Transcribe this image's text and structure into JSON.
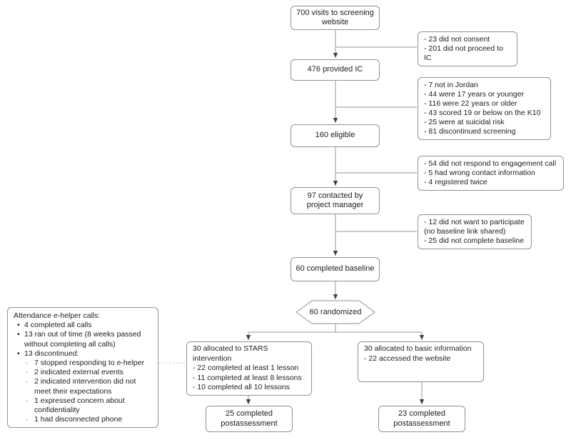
{
  "flow": {
    "nodes": {
      "visits": "700 visits to screening website",
      "ic": "476 provided IC",
      "eligible": "160 eligible",
      "contacted": "97 contacted by project manager",
      "baseline": "60 completed baseline",
      "randomized": "60 randomized"
    },
    "exclusions": {
      "consent": [
        "- 23 did not consent",
        "- 201 did not proceed to IC"
      ],
      "screening": [
        "- 7 not in Jordan",
        "- 44 were 17 years or younger",
        "- 116 were 22 years or older",
        "- 43 scored 19 or below on the K10",
        "- 25 were at suicidal risk",
        "- 81 discontinued screening"
      ],
      "engagement": [
        "- 54 did not respond to engagement call",
        "- 5 had wrong contact information",
        "- 4 registered twice"
      ],
      "baseline": [
        "- 12 did not want to participate (no baseline link shared)",
        "- 25 did not complete baseline"
      ]
    },
    "arms": {
      "intervention": {
        "title": "30 allocated to STARS intervention",
        "details": [
          "- 22 completed at least 1 lesson",
          "- 11 completed at least 8 lessons",
          "- 10 completed all 10 lessons"
        ],
        "outcome": "25 completed postassessment"
      },
      "control": {
        "title": "30 allocated to basic information",
        "details": [
          "- 22 accessed the website"
        ],
        "outcome": "23 completed postassessment"
      }
    },
    "attendance": {
      "title": "Attendance e-helper calls:",
      "bullets": [
        "4 completed all calls",
        "13 ran out of time (8 weeks passed without completing all calls)",
        "13 discontinued:"
      ],
      "sub_bullets": [
        "7 stopped responding to e-helper",
        "2 indicated external events",
        "2 indicated intervention did not meet their expectations",
        "1 expressed concern about confidentiality",
        "1 had disconnected phone"
      ]
    },
    "colors": {
      "box_border": "#929292",
      "connector_line": "#979797",
      "arrowhead": "#3a434d",
      "dashed_link": "#bdbdbd",
      "text": "#1d1d1d",
      "background": "#ffffff"
    }
  }
}
